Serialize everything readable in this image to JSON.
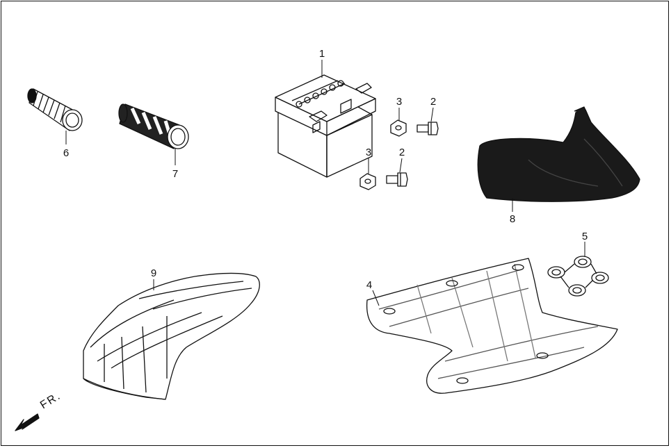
{
  "callouts": {
    "p1": "1",
    "p2a": "2",
    "p2b": "2",
    "p3a": "3",
    "p3b": "3",
    "p4": "4",
    "p5": "5",
    "p6": "6",
    "p7": "7",
    "p8": "8",
    "p9": "9"
  },
  "direction": {
    "label": "FR.",
    "icon": "front-direction-arrow-icon"
  },
  "colors": {
    "line": "#111111",
    "background": "#ffffff",
    "cover_fill": "#1a1a1a"
  }
}
